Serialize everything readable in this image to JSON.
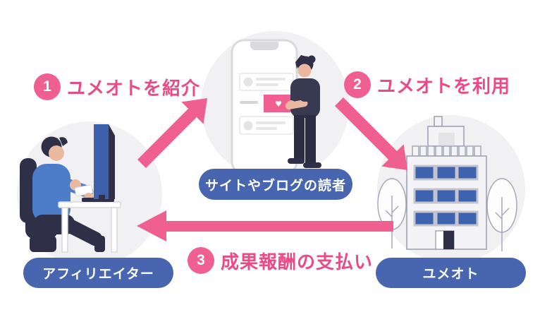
{
  "diagram": {
    "steps": [
      {
        "number": "1",
        "label": "ユメオトを紹介"
      },
      {
        "number": "2",
        "label": "ユメオトを利用"
      },
      {
        "number": "3",
        "label": "成果報酬の支払い"
      }
    ],
    "entities": [
      {
        "id": "affiliater",
        "label": "アフィリエイター",
        "illustration": "person-at-computer-icon"
      },
      {
        "id": "site-blog-readers",
        "label": "サイトやブログの読者",
        "illustration": "person-with-smartphone-icon"
      },
      {
        "id": "yumeoto",
        "label": "ユメオト",
        "illustration": "office-building-icon"
      }
    ],
    "colors": {
      "pink": "#ef5f90",
      "pink_text": "#e94b86",
      "pill_blue": "#4865b0",
      "window_blue": "#3d63ae",
      "screen_blue": "#3c60ab",
      "shirt_blue": "#4d7dc9",
      "navy": "#2f3048",
      "skin": "#eab9a0",
      "circle_bg": "#f1f1f4"
    }
  }
}
